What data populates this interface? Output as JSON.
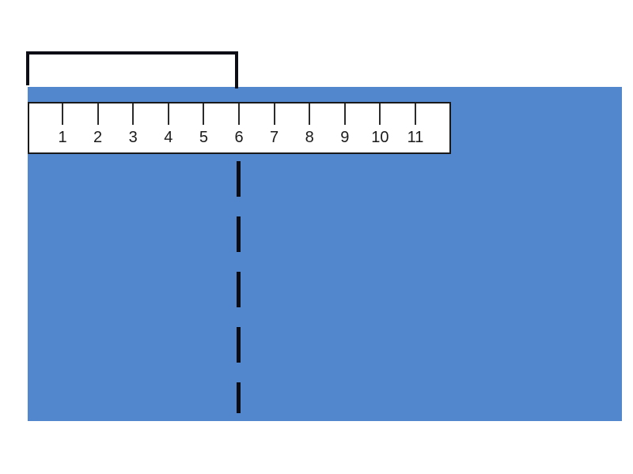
{
  "diagram": {
    "ruler": {
      "unit_labels": [
        "1",
        "2",
        "3",
        "4",
        "5",
        "6",
        "7",
        "8",
        "9",
        "10",
        "11"
      ],
      "tick_count": 11
    },
    "bracket": {
      "span_start_unit": 0,
      "span_end_unit": 6
    },
    "dashed_line": {
      "at_unit": 6
    },
    "colors": {
      "rectangle": "#5287CE",
      "lines": "#0D0D15",
      "ruler_background": "#FFFFFF",
      "ruler_border": "#1A1A1A",
      "tick": "#2B2B2B",
      "page_background": "#FFFFFF"
    }
  }
}
